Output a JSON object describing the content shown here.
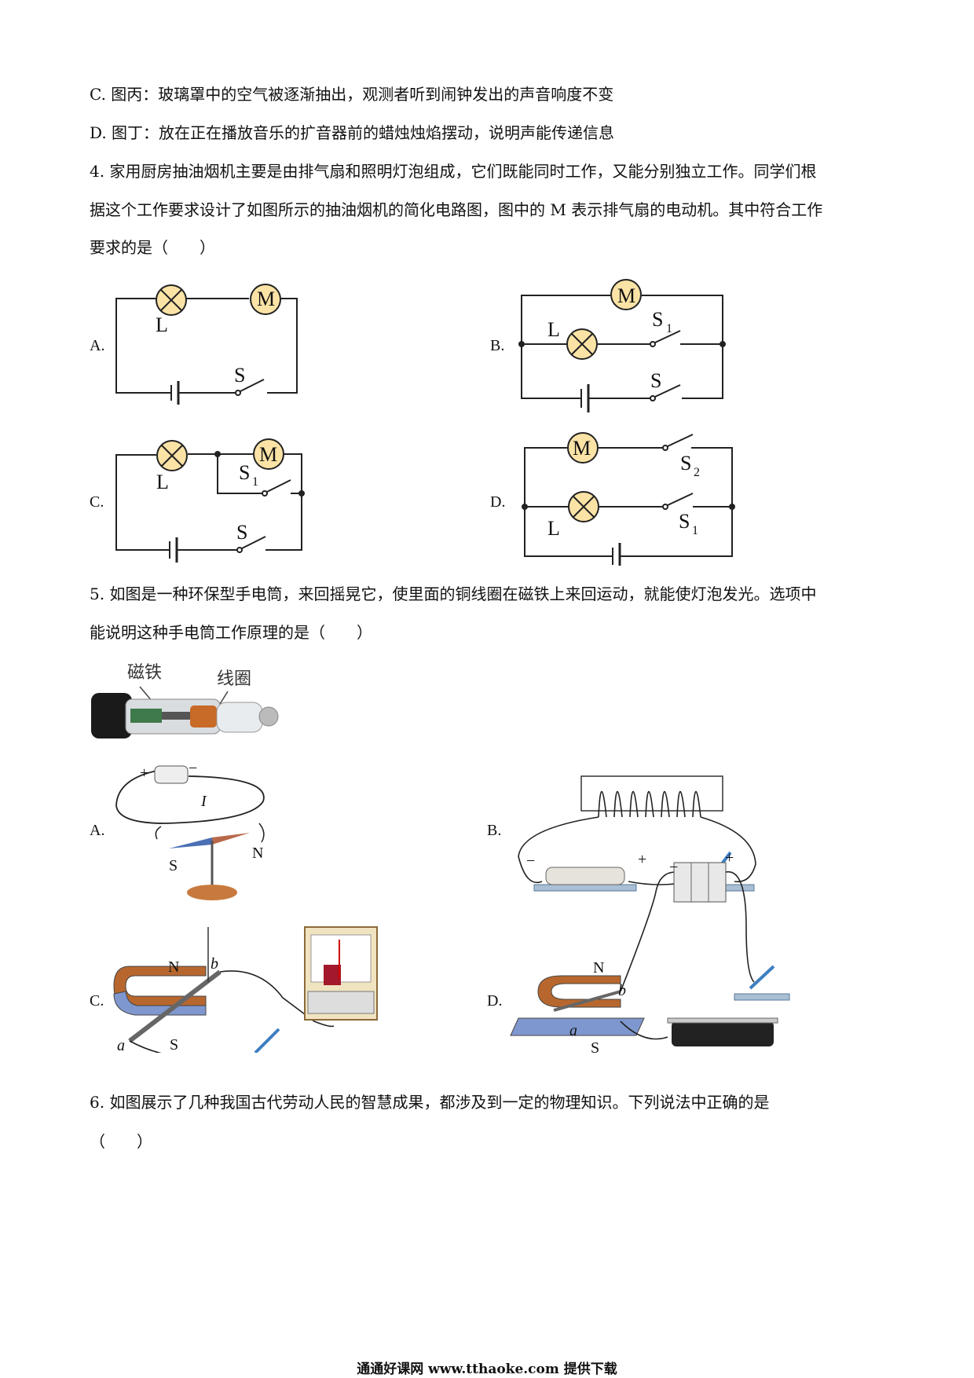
{
  "lines": [
    "C. 图丙：玻璃罩中的空气被逐渐抽出，观测者听到闹钟发出的声音响度不变",
    "D. 图丁：放在正在播放音乐的扩音器前的蜡烛烛焰摆动，说明声能传递信息",
    "4. 家用厨房抽油烟机主要是由排气扇和照明灯泡组成，它们既能同时工作，又能分别独立工作。同学们根",
    "据这个工作要求设计了如图所示的抽油烟机的简化电路图，图中的 M 表示排气扇的电动机。其中符合工作",
    "要求的是（　　）",
    "5. 如图是一种环保型手电筒，来回摇晃它，使里面的铜线圈在磁铁上来回运动，就能使灯泡发光。选项中",
    "能说明这种手电筒工作原理的是（　　）",
    "6. 如图展示了几种我国古代劳动人民的智慧成果，都涉及到一定的物理知识。下列说法中正确的是",
    "（　　）"
  ],
  "q4": {
    "A": "A.",
    "B": "B.",
    "C": "C.",
    "D": "D.",
    "L": "L",
    "M": "M",
    "S": "S",
    "S1": "S",
    "S2": "S",
    "sub1": "1",
    "sub2": "2"
  },
  "q5": {
    "photo_magnet": "磁铁",
    "photo_coil": "线圈",
    "A": "A.",
    "B": "B.",
    "C": "C.",
    "D": "D.",
    "plus": "+",
    "minus": "−",
    "I": "I",
    "N": "N",
    "S": "S",
    "a": "a",
    "b": "b"
  },
  "footer": "通通好课网  www.tthaoke.com  提供下载"
}
